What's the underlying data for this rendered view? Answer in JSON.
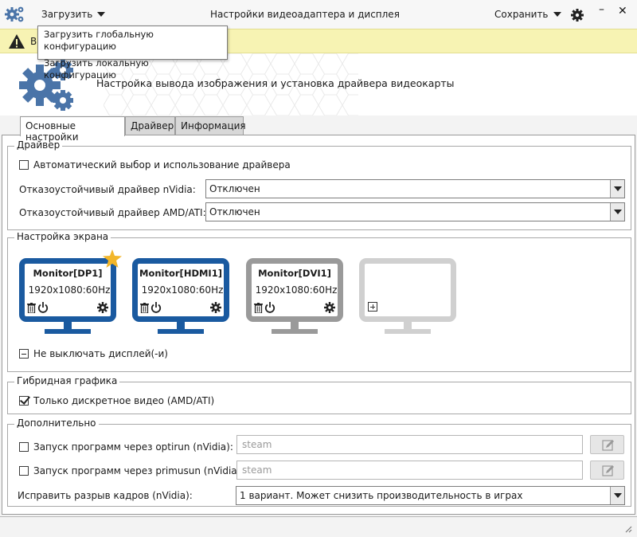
{
  "titlebar": {
    "load_label": "Загрузить",
    "title": "Настройки видеоадаптера и дисплея",
    "save_label": "Сохранить",
    "minimize_glyph": "–",
    "close_glyph": "✕"
  },
  "load_menu": {
    "items": [
      "Загрузить глобальную конфигурацию",
      "Загрузить локальную конфигурацию"
    ]
  },
  "warning": {
    "text": "В"
  },
  "header": {
    "text": "Настройка вывода изображения и установка драйвера видеокарты"
  },
  "tabs": [
    {
      "label": "Основные настройки",
      "active": true
    },
    {
      "label": "Драйвер",
      "active": false
    },
    {
      "label": "Информация",
      "active": false
    }
  ],
  "driver_group": {
    "title": "Драйвер",
    "auto_label": "Автоматический выбор и использование драйвера",
    "auto_checked": false,
    "nvidia_label": "Отказоустойчивый драйвер nVidia:",
    "nvidia_value": "Отключен",
    "amd_label": "Отказоустойчивый драйвер AMD/ATI:",
    "amd_value": "Отключен"
  },
  "screen_group": {
    "title": "Настройка экрана",
    "monitors": [
      {
        "name": "Monitor[DP1]",
        "resolution": "1920x1080:60Hz",
        "primary": true,
        "state": "active"
      },
      {
        "name": "Monitor[HDMI1]",
        "resolution": "1920x1080:60Hz",
        "primary": false,
        "state": "active"
      },
      {
        "name": "Monitor[DVI1]",
        "resolution": "1920x1080:60Hz",
        "primary": false,
        "state": "inactive"
      },
      {
        "name": "",
        "resolution": "",
        "primary": false,
        "state": "empty"
      }
    ],
    "keep_display_label": "Не выключать дисплей(-и)"
  },
  "hybrid_group": {
    "title": "Гибридная графика",
    "discrete_label": "Только дискретное видео (AMD/ATI)",
    "discrete_checked": true
  },
  "extra_group": {
    "title": "Дополнительно",
    "optirun_label": "Запуск программ через optirun (nVidia):",
    "optirun_placeholder": "steam",
    "primusun_label": "Запуск программ через primusun (nVidia):",
    "primusun_placeholder": "steam",
    "tearing_label": "Исправить разрыв кадров (nVidia):",
    "tearing_value": "1 вариант. Может снизить производительность в играх"
  },
  "colors": {
    "monitor_active": "#1a5aa0",
    "monitor_inactive": "#9a9a9a",
    "monitor_empty": "#d0d0d0",
    "gear_blue": "#4a74a8",
    "star": "#f2b62a",
    "warning_bg": "#f7f3b3"
  }
}
